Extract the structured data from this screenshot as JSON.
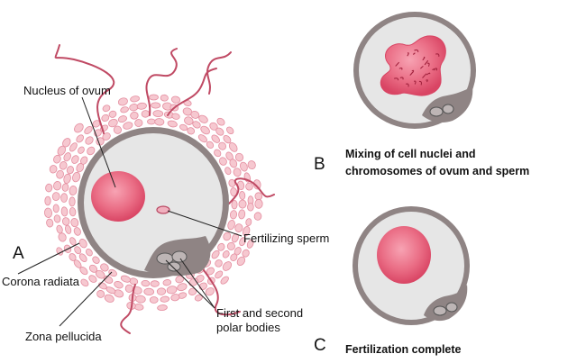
{
  "panels": {
    "a": {
      "letter": "A",
      "labels": {
        "nucleus": "Nucleus of ovum",
        "sperm": "Fertilizing sperm",
        "corona": "Corona radiata",
        "zona": "Zona pellucida",
        "polar_line1": "First and second",
        "polar_line2": "polar bodies"
      }
    },
    "b": {
      "letter": "B",
      "caption_line1": "Mixing of cell nuclei and",
      "caption_line2": "chromosomes of ovum and sperm"
    },
    "c": {
      "letter": "C",
      "caption": "Fertilization complete"
    }
  },
  "colors": {
    "membrane": "#8f8484",
    "cytoplasm": "#e6e6e6",
    "nucleus": "#e8627a",
    "corona_cells": "#f6c8d0",
    "sperm_tail": "#c04a64",
    "leader": "#222222"
  }
}
